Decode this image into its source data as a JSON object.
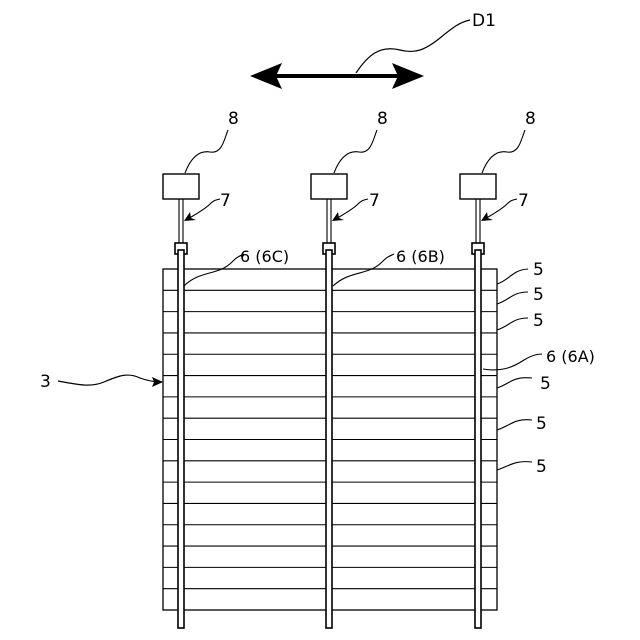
{
  "labels": {
    "direction": "D1",
    "assembly": "3",
    "slat": "5",
    "rod_a": "6 (6A)",
    "rod_b": "6 (6B)",
    "rod_c": "6 (6C)",
    "connector": "7",
    "actuator": "8"
  },
  "slat_count": 16
}
